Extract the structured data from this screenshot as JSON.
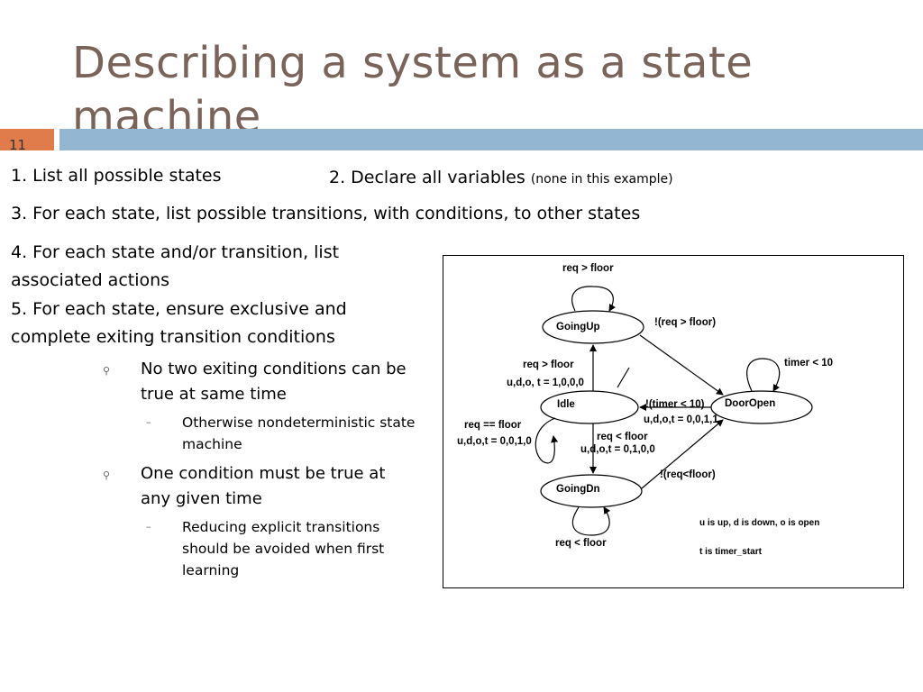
{
  "slide": {
    "title": "Describing a system as a state machine",
    "number": "11"
  },
  "steps": {
    "step1": "1. List all possible states",
    "step2": "2. Declare all variables",
    "step2_note": "(none in this example)",
    "step3": "3. For each state, list possible transitions, with conditions, to other states",
    "step4": "4. For each state and/or transition, list associated actions",
    "step5": "5. For each state, ensure exclusive and complete exiting transition conditions"
  },
  "bullets": [
    {
      "text": "No two exiting conditions can be true at same time",
      "sub": "Otherwise nondeterministic state machine"
    },
    {
      "text": "One condition must be true at any given time",
      "sub": "Reducing explicit transitions should be avoided when first learning"
    }
  ],
  "diagram": {
    "states": {
      "going_up": "GoingUp",
      "idle": "Idle",
      "door_open": "DoorOpen",
      "going_dn": "GoingDn"
    },
    "labels": {
      "goingup_self": "req > floor",
      "goingup_to_dooropen": "!(req > floor)",
      "dooropen_self": "timer < 10",
      "idle_to_goingup_cond": "req > floor",
      "idle_to_goingup_action": "u,d,o, t = 1,0,0,0",
      "dooropen_to_idle_cond": "!(timer < 10)",
      "dooropen_to_idle_action": "u,d,o,t = 0,0,1,1",
      "idle_self_cond": "req == floor",
      "idle_self_action": "u,d,o,t = 0,0,1,0",
      "idle_to_goingdn_cond": "req < floor",
      "idle_to_goingdn_action": "u,d,o,t = 0,1,0,0",
      "goingdn_to_dooropen": "!(req<floor)",
      "goingdn_self": "req < floor"
    },
    "legend": {
      "line1": "u is up, d is down, o is open",
      "line2": "t is timer_start"
    }
  }
}
